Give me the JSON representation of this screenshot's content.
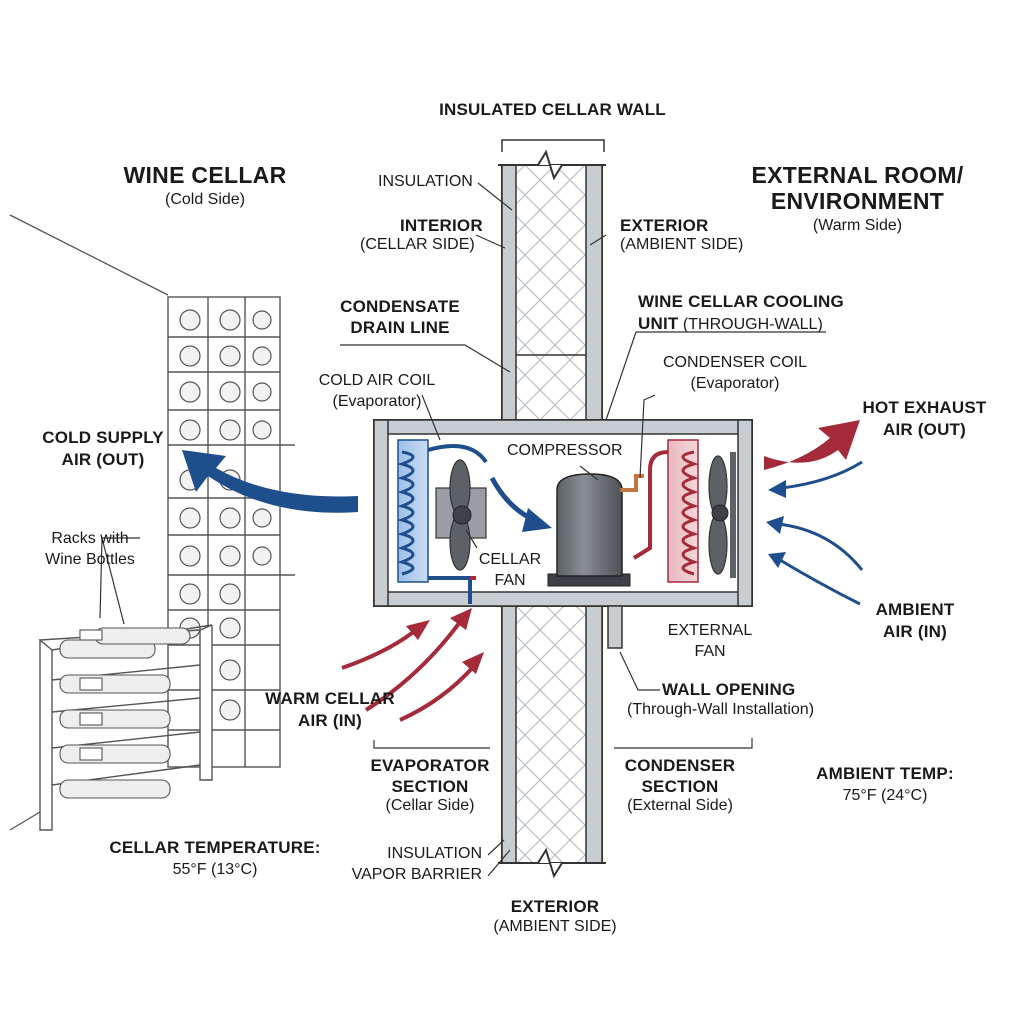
{
  "colors": {
    "cold": "#1f4e8c",
    "warm": "#a52a3a",
    "line": "#333333",
    "metal": "#666a70",
    "wall": "#c8cdd2"
  },
  "labels": {
    "insulated_wall": "INSULATED CELLAR WALL",
    "wine_cellar_title": "WINE CELLAR",
    "wine_cellar_sub": "(Cold Side)",
    "external_title_1": "EXTERNAL ROOM/",
    "external_title_2": "ENVIRONMENT",
    "external_sub": "(Warm Side)",
    "insulation_top": "INSULATION",
    "interior_title": "INTERIOR",
    "interior_sub": "(CELLAR SIDE)",
    "exterior_top_title": "EXTERIOR",
    "exterior_top_sub": "(AMBIENT SIDE)",
    "condensate_1": "CONDENSATE",
    "condensate_2": "DRAIN LINE",
    "cooling_unit_1": "WINE CELLAR COOLING",
    "cooling_unit_2_bold": "UNIT",
    "cooling_unit_2_normal": "(THROUGH-WALL)",
    "cold_coil_1": "COLD AIR COIL",
    "cold_coil_2": "(Evaporator)",
    "condenser_coil_1": "CONDENSER COIL",
    "condenser_coil_2": "(Evaporator)",
    "hot_exhaust_1": "HOT EXHAUST",
    "hot_exhaust_2": "AIR (OUT)",
    "cold_supply_1": "COLD SUPPLY",
    "cold_supply_2": "AIR (OUT)",
    "compressor": "COMPRESSOR",
    "cellar_fan_1": "CELLAR",
    "cellar_fan_2": "FAN",
    "racks_1": "Racks with",
    "racks_2": "Wine Bottles",
    "ambient_air_1": "AMBIENT",
    "ambient_air_2": "AIR (IN)",
    "external_fan_1": "EXTERNAL",
    "external_fan_2": "FAN",
    "warm_cellar_1": "WARM CELLAR",
    "warm_cellar_2": "AIR (IN)",
    "wall_opening_1": "WALL OPENING",
    "wall_opening_2": "(Through-Wall Installation)",
    "evap_section_1": "EVAPORATOR",
    "evap_section_2": "SECTION",
    "evap_section_3": "(Cellar Side)",
    "cond_section_1": "CONDENSER",
    "cond_section_2": "SECTION",
    "cond_section_3": "(External Side)",
    "ambient_temp_1": "AMBIENT TEMP:",
    "ambient_temp_2": "75°F (24°C)",
    "cellar_temp_1": "CELLAR TEMPERATURE:",
    "cellar_temp_2": "55°F (13°C)",
    "insulation_bottom": "INSULATION",
    "vapor_barrier": "VAPOR BARRIER",
    "exterior_bottom_title": "EXTERIOR",
    "exterior_bottom_sub": "(AMBIENT SIDE)"
  }
}
